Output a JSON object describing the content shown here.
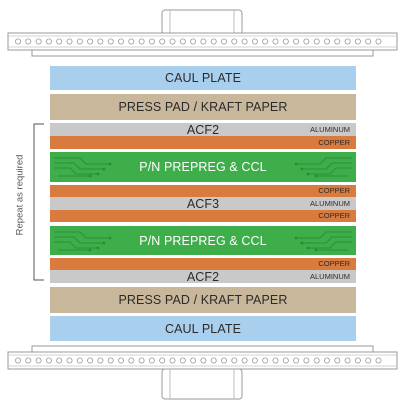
{
  "layers": {
    "caul_top": "CAUL PLATE",
    "press_top": "PRESS PAD / KRAFT PAPER",
    "acf2_top": "ACF2",
    "aluminum_1": "ALUMINUM",
    "copper_1": "COPPER",
    "prepreg_1": "P/N PREPREG & CCL",
    "copper_2": "COPPER",
    "acf3": "ACF3",
    "aluminum_2": "ALUMINUM",
    "copper_3": "COPPER",
    "prepreg_2": "P/N PREPREG & CCL",
    "copper_4": "COPPER",
    "acf2_bottom": "ACF2",
    "aluminum_3": "ALUMINUM",
    "press_bottom": "PRESS PAD / KRAFT PAPER",
    "caul_bottom": "CAUL PLATE"
  },
  "repeat_label": "Repeat as required",
  "colors": {
    "caul": "#a9cfee",
    "press_pad": "#c8b79b",
    "acf": "#c9c9c9",
    "copper": "#d97b3f",
    "prepreg": "#3dae49",
    "frame": "#9a9a9a"
  }
}
